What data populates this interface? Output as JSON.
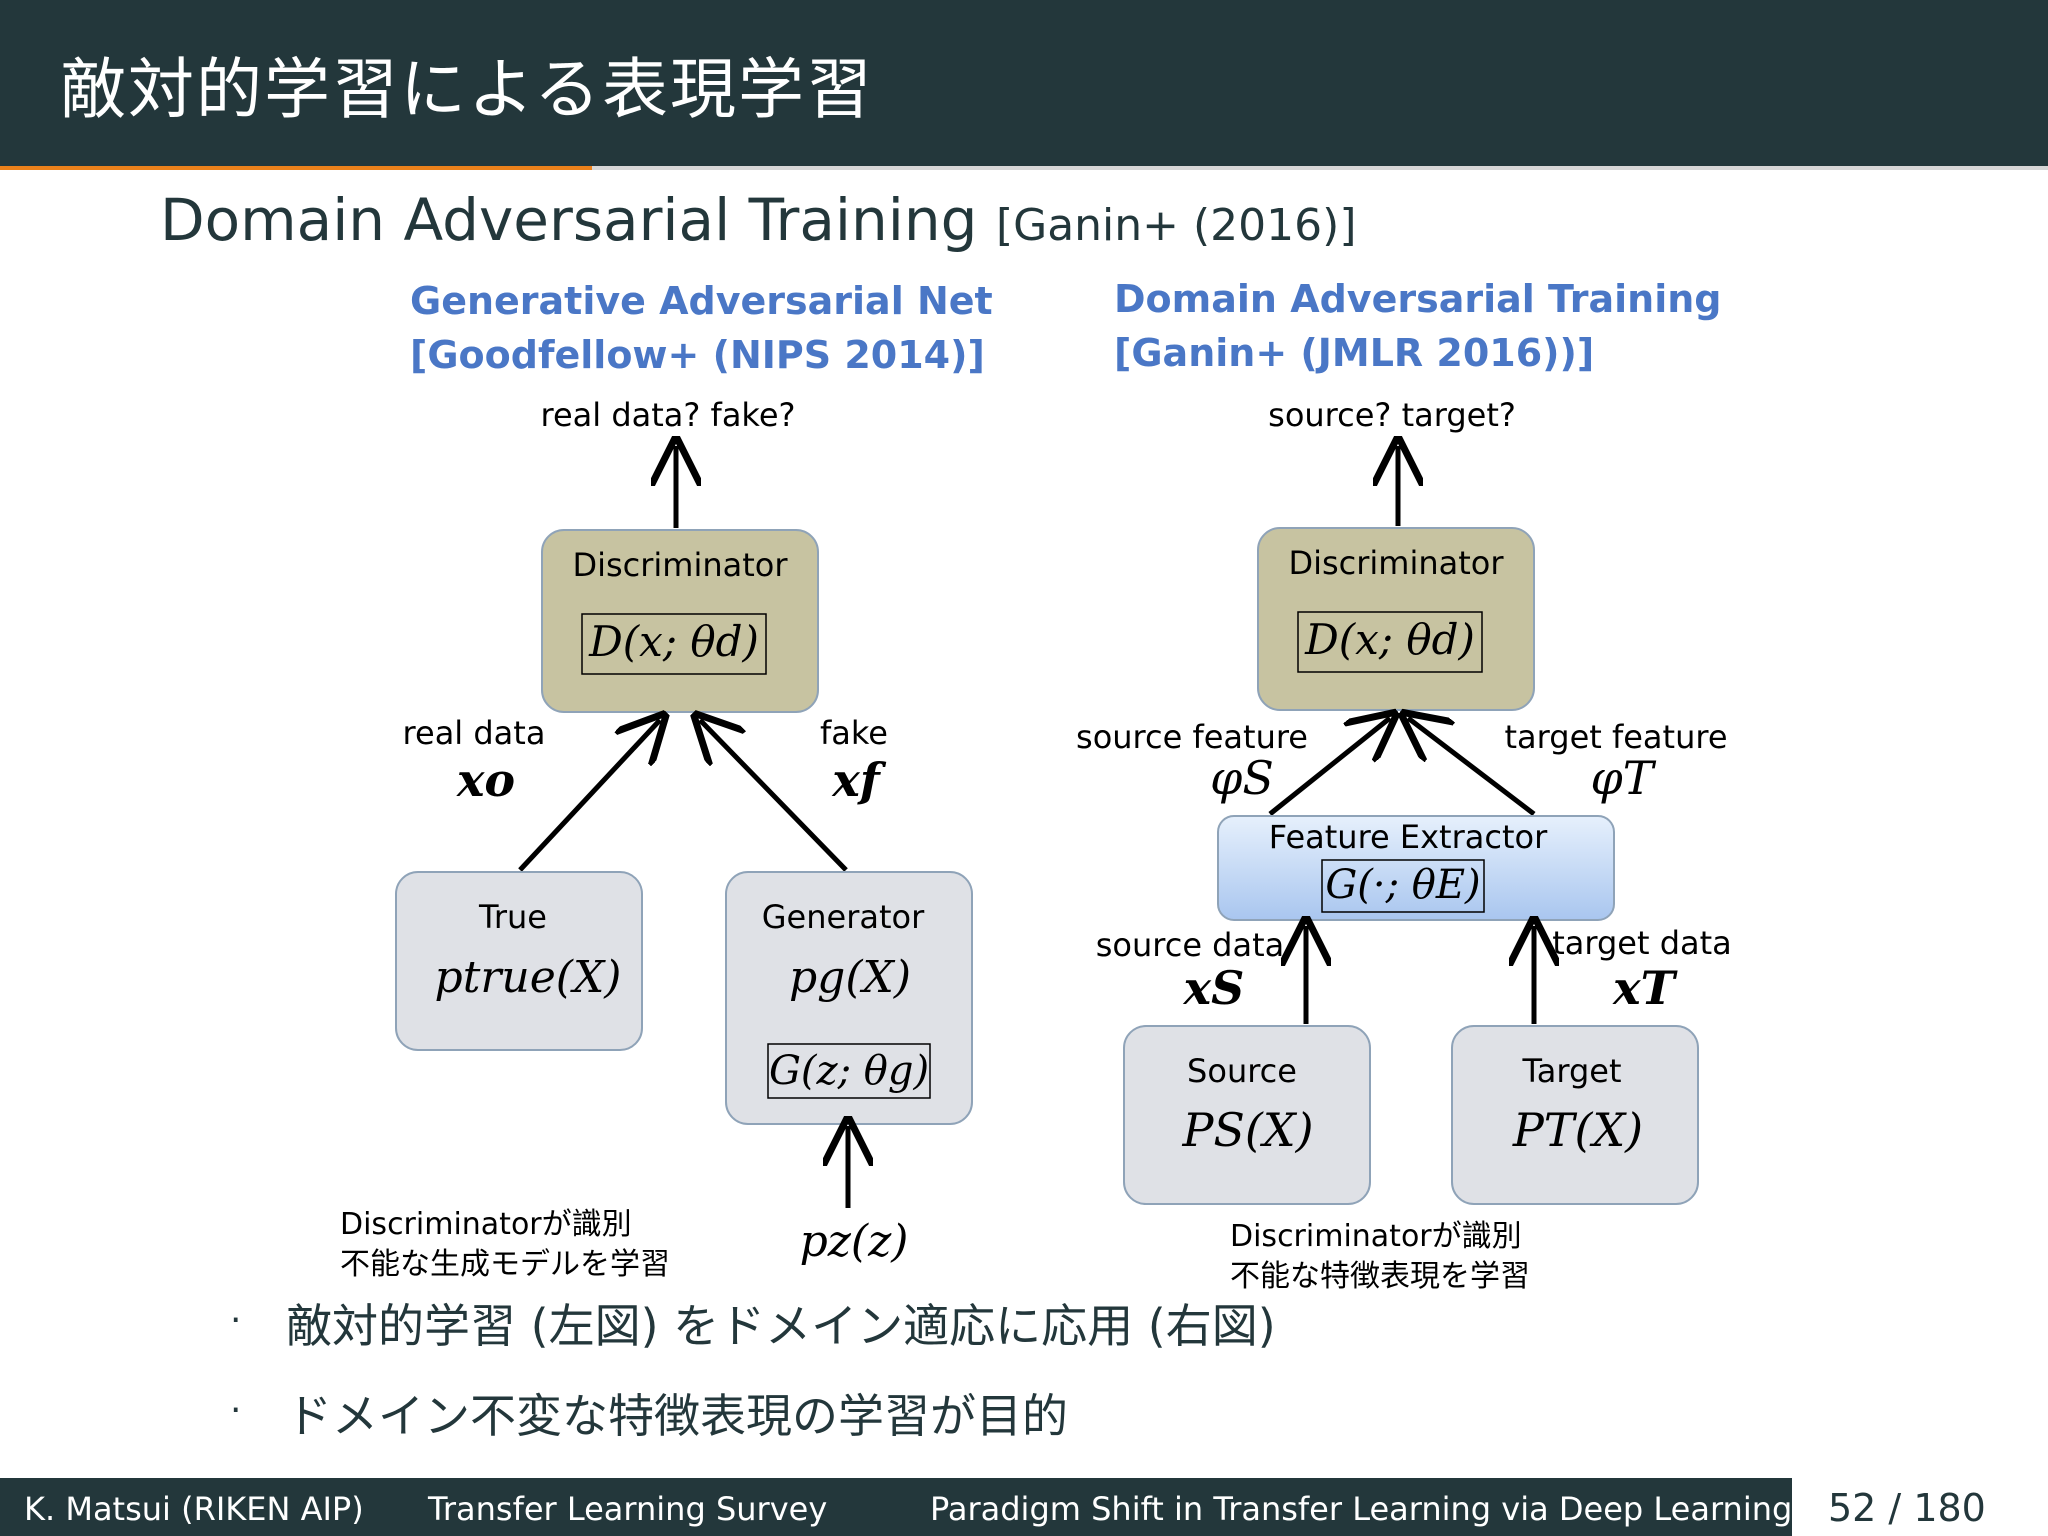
{
  "slide": {
    "title": "敵対的学習による表現学習",
    "subtitle": "Domain Adversarial Training",
    "subtitle_cite": "[Ganin+ (2016)]"
  },
  "gan": {
    "heading_line1": "Generative Adversarial Net",
    "heading_line2": "[Goodfellow+ (NIPS 2014)]",
    "output_label": "real data? fake?",
    "discriminator_label": "Discriminator",
    "discriminator_formula": "D(x; θd)",
    "real_data_label": "real data",
    "real_data_symbol": "xo",
    "fake_label": "fake",
    "fake_symbol": "xf",
    "true_label": "True",
    "true_formula": "ptrue(X)",
    "generator_label": "Generator",
    "generator_formula": "pg(X)",
    "generator_param": "G(z; θg)",
    "noise_formula": "pz(z)",
    "caption_line1": "Discriminatorが識別",
    "caption_line2": "不能な生成モデルを学習"
  },
  "dat": {
    "heading_line1": "Domain Adversarial Training",
    "heading_line2": "[Ganin+ (JMLR 2016))]",
    "output_label": "source? target?",
    "discriminator_label": "Discriminator",
    "discriminator_formula": "D(x; θd)",
    "source_feature_label": "source feature",
    "source_feature_symbol": "φS",
    "target_feature_label": "target feature",
    "target_feature_symbol": "φT",
    "extractor_label": "Feature Extractor",
    "extractor_formula": "G(·; θE)",
    "source_data_label": "source data",
    "source_data_symbol": "xS",
    "target_data_label": "target data",
    "target_data_symbol": "xT",
    "source_label": "Source",
    "source_formula": "PS(X)",
    "target_label": "Target",
    "target_formula": "PT(X)",
    "caption_line1": "Discriminatorが識別",
    "caption_line2": "不能な特徴表現を学習"
  },
  "bullets": [
    "敵対的学習 (左図) をドメイン適応に応用 (右図)",
    "ドメイン不変な特徴表現の学習が目的"
  ],
  "footer": {
    "author": "K. Matsui (RIKEN AIP)",
    "short_title": "Transfer Learning Survey",
    "section": "Paradigm Shift in Transfer Learning via Deep Learning",
    "page": "52 / 180"
  },
  "colors": {
    "header_bg": "#23373b",
    "accent_orange": "#eb811b",
    "heading_blue": "#4a77c6",
    "discriminator_fill": "#c7c3a1",
    "box_fill": "#dfe1e6",
    "extractor_fill": "#c9dcf5"
  }
}
